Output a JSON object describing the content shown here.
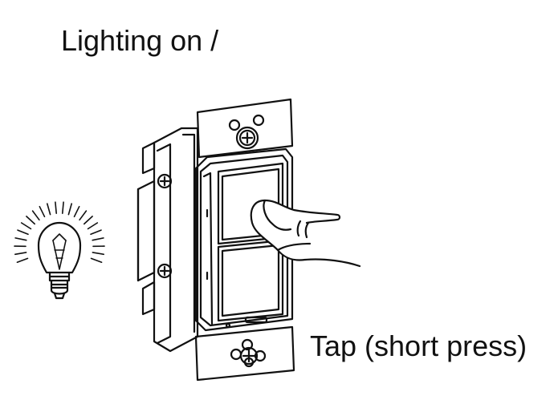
{
  "title": "Lighting on /",
  "caption": "Tap (short press)",
  "icons": {
    "bulb": "light-bulb-icon",
    "switch": "light-switch",
    "hand": "hand-pointer-icon"
  },
  "colors": {
    "ink": "#111111",
    "background": "#ffffff"
  }
}
